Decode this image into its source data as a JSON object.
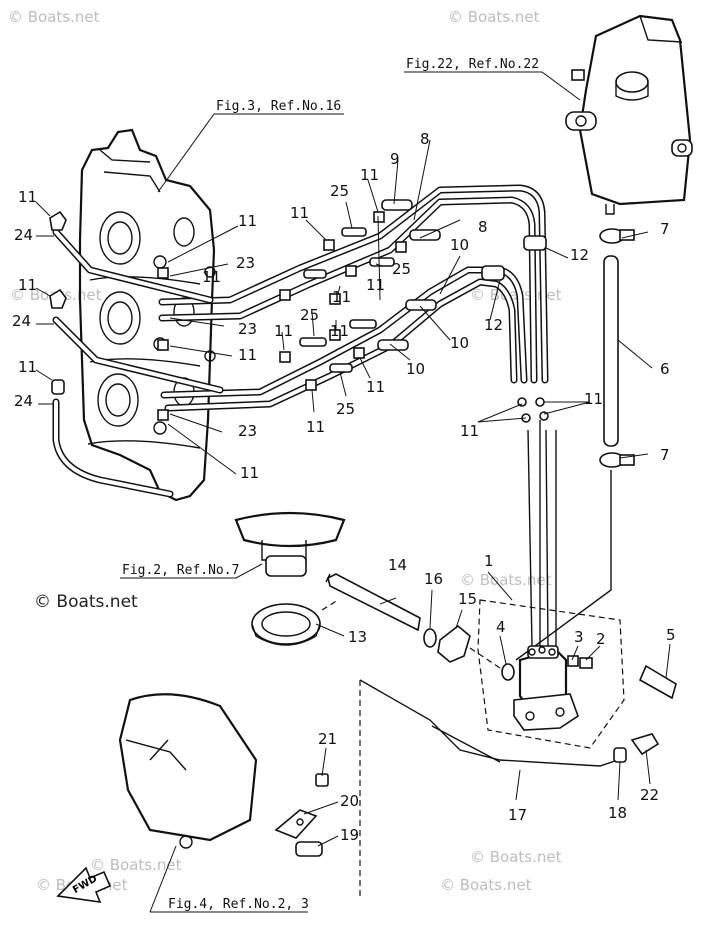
{
  "watermarks": [
    {
      "text": "© Boats.net",
      "style": "light"
    },
    {
      "text": "© Boats.net",
      "style": "light"
    },
    {
      "text": "© Boats.net",
      "style": "light"
    },
    {
      "text": "© Boats.net",
      "style": "light"
    },
    {
      "text": "© Boats.net",
      "style": "dark"
    },
    {
      "text": "© Boats.net",
      "style": "light"
    },
    {
      "text": "© Boats.net",
      "style": "light"
    },
    {
      "text": "© Boats.net",
      "style": "light"
    },
    {
      "text": "© Boats.net",
      "style": "light"
    },
    {
      "text": "© Boats.net",
      "style": "light"
    }
  ],
  "references": {
    "fig3": "Fig.3, Ref.No.16",
    "fig22": "Fig.22, Ref.No.22",
    "fig2": "Fig.2, Ref.No.7",
    "fig4": "Fig.4, Ref.No.2, 3"
  },
  "fwd_label": "FWD",
  "part_numbers": {
    "n1": "1",
    "n2": "2",
    "n3": "3",
    "n4": "4",
    "n5": "5",
    "n6": "6",
    "n7a": "7",
    "n7b": "7",
    "n8a": "8",
    "n8b": "8",
    "n9": "9",
    "n10a": "10",
    "n10b": "10",
    "n10c": "10",
    "n11_01": "11",
    "n11_02": "11",
    "n11_03": "11",
    "n11_04": "11",
    "n11_05": "11",
    "n11_06": "11",
    "n11_07": "11",
    "n11_08": "11",
    "n11_09": "11",
    "n11_10": "11",
    "n11_11": "11",
    "n11_12": "11",
    "n11_13": "11",
    "n11_14": "11",
    "n11_15": "11",
    "n11_16": "11",
    "n11_17": "11",
    "n12a": "12",
    "n12b": "12",
    "n13": "13",
    "n14": "14",
    "n15": "15",
    "n16": "16",
    "n17": "17",
    "n18": "18",
    "n19": "19",
    "n20": "20",
    "n21": "21",
    "n22": "22",
    "n23a": "23",
    "n23b": "23",
    "n23c": "23",
    "n24a": "24",
    "n24b": "24",
    "n24c": "24",
    "n25a": "25",
    "n25b": "25",
    "n25c": "25",
    "n25d": "25"
  }
}
